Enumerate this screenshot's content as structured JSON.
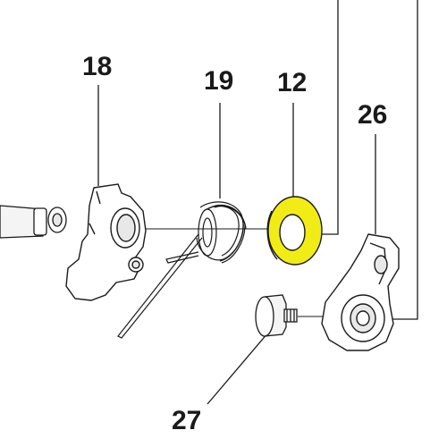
{
  "labels": {
    "part_18": "18",
    "part_19": "19",
    "part_12": "12",
    "part_26": "26",
    "part_27": "27"
  },
  "highlight": {
    "part": "12",
    "color": "#f2ec16"
  },
  "colors": {
    "line": "#1a1a1a",
    "fill": "#ffffff",
    "shade": "#e8e8e8"
  }
}
